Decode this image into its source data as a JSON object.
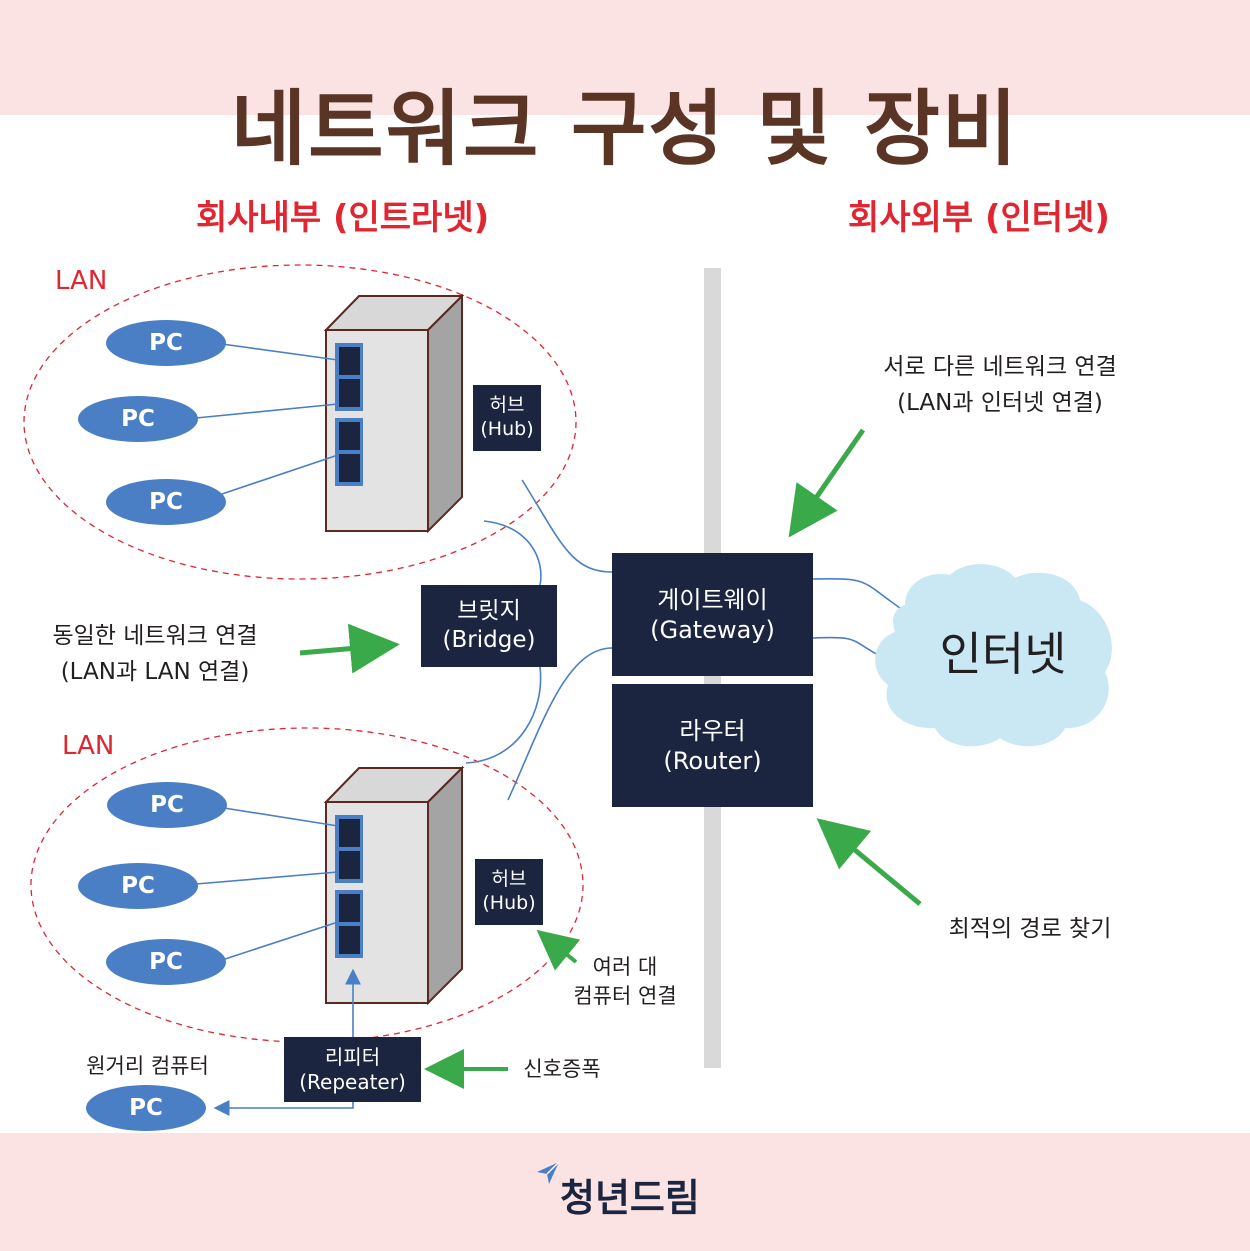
{
  "title": "네트워크 구성 및 장비",
  "sections": {
    "left": "회사내부 (인트라넷)",
    "right": "회사외부 (인터넷)"
  },
  "lan_label": "LAN",
  "pc_label": "PC",
  "hub": {
    "name": "허브",
    "english": "(Hub)"
  },
  "bridge": {
    "name": "브릿지",
    "english": "(Bridge)"
  },
  "gateway": {
    "name": "게이트웨이",
    "english": "(Gateway)"
  },
  "router": {
    "name": "라우터",
    "english": "(Router)"
  },
  "repeater": {
    "name": "리피터",
    "english": "(Repeater)"
  },
  "internet": "인터넷",
  "annotations": {
    "bridge_desc": [
      "동일한 네트워크 연결",
      "(LAN과 LAN 연결)"
    ],
    "gateway_desc": [
      "서로 다른 네트워크 연결",
      "(LAN과 인터넷 연결)"
    ],
    "router_desc": "최적의 경로 찾기",
    "hub_desc": [
      "여러 대",
      "컴퓨터 연결"
    ],
    "repeater_desc": "신호증폭",
    "remote_pc": "원거리 컴퓨터"
  },
  "brand": "청년드림",
  "colors": {
    "title": "#5a3526",
    "heading_red": "#e02630",
    "navy_box": "#1c2540",
    "pc_blue": "#4a7fc5",
    "arrow_green": "#3aa94a",
    "cloud": "#c9e8f4",
    "band_pink": "#fbe3e3"
  }
}
